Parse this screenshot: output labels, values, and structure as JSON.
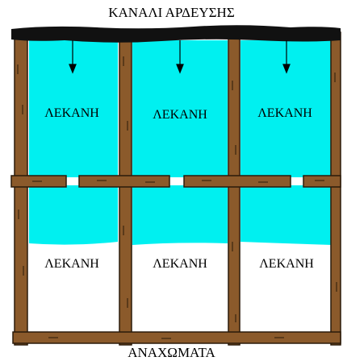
{
  "labels": {
    "canal": "ΚΑΝΑΛΙ ΑΡΔΕΥΣΗΣ",
    "embankments": "ΑΝΑΧΩΜΑΤΑ"
  },
  "basins": [
    {
      "label": "ΛΕΚΑΝΗ",
      "state": "filled"
    },
    {
      "label": "ΛΕΚΑΝΗ",
      "state": "filled"
    },
    {
      "label": "ΛΕΚΑΝΗ",
      "state": "filled"
    },
    {
      "label": "ΛΕΚΑΝΗ",
      "state": "partially-filled"
    },
    {
      "label": "ΛΕΚΑΝΗ",
      "state": "partially-filled"
    },
    {
      "label": "ΛΕΚΑΝΗ",
      "state": "partially-filled"
    }
  ],
  "colors": {
    "water": "#00f0f0",
    "embankment": "#8b5a2b",
    "embankment_outline": "#2a1a0a",
    "canal": "#111111"
  }
}
